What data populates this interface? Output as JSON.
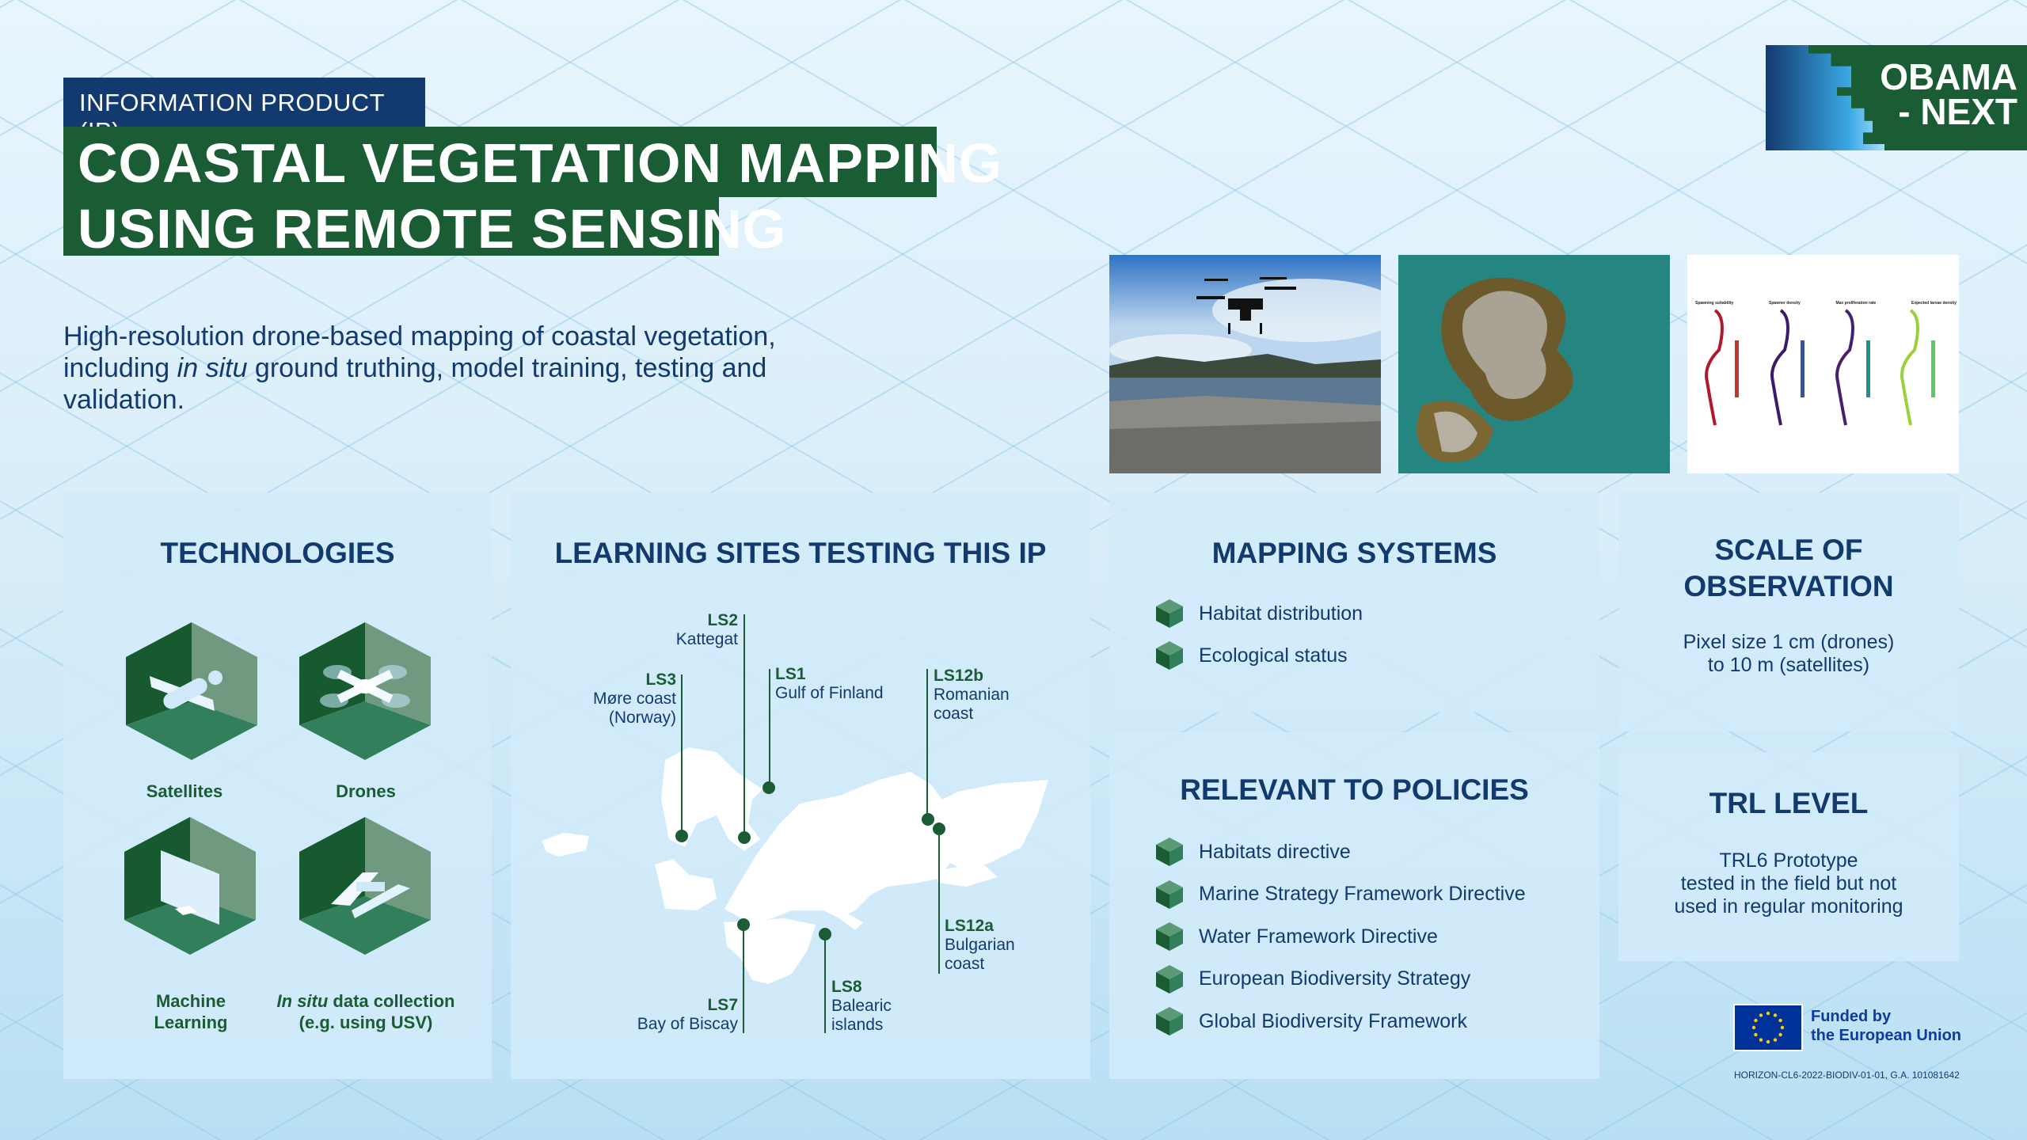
{
  "header": {
    "tag": "INFORMATION PRODUCT (IP)",
    "title_line1": "COASTAL VEGETATION MAPPING",
    "title_line2": "USING REMOTE SENSING",
    "description_a": "High-resolution drone-based mapping of coastal vegetation, including ",
    "description_em": "in situ",
    "description_b": " ground truthing, model training, testing and validation."
  },
  "logo": {
    "line1": "OBAMA",
    "line2": "- NEXT"
  },
  "figure": {
    "panels": [
      "Spawning suitability",
      "Spawner density",
      "Max proliferation rate",
      "Expected larvae density"
    ]
  },
  "technologies": {
    "title": "TECHNOLOGIES",
    "items": [
      {
        "label": "Satellites",
        "icon": "satellite-icon"
      },
      {
        "label": "Drones",
        "icon": "drone-icon"
      },
      {
        "label": "Machine Learning",
        "icon": "monitor-icon"
      },
      {
        "label_em": "In situ",
        "label": " data collection (e.g. using USV)",
        "icon": "boat-icon"
      }
    ]
  },
  "sites": {
    "title": "LEARNING SITES TESTING THIS IP",
    "items": [
      {
        "code": "LS2",
        "name": "Kattegat"
      },
      {
        "code": "LS3",
        "name": "Møre coast (Norway)"
      },
      {
        "code": "LS1",
        "name": "Gulf of Finland"
      },
      {
        "code": "LS12b",
        "name": "Romanian coast"
      },
      {
        "code": "LS12a",
        "name": "Bulgarian coast"
      },
      {
        "code": "LS7",
        "name": "Bay of Biscay"
      },
      {
        "code": "LS8",
        "name": "Balearic islands"
      }
    ]
  },
  "mapping": {
    "title": "MAPPING SYSTEMS",
    "items": [
      "Habitat distribution",
      "Ecological status"
    ]
  },
  "policies": {
    "title": "RELEVANT TO POLICIES",
    "items": [
      "Habitats directive",
      "Marine Strategy Framework Directive",
      "Water Framework Directive",
      "European Biodiversity Strategy",
      "Global Biodiversity Framework"
    ]
  },
  "scale": {
    "title_1": "SCALE OF",
    "title_2": "OBSERVATION",
    "line1": "Pixel size 1 cm (drones)",
    "line2": "to 10 m (satellites)"
  },
  "trl": {
    "title": "TRL LEVEL",
    "line1": "TRL6 Prototype",
    "line2": "tested in the field but not",
    "line3": "used in regular monitoring"
  },
  "footer": {
    "funded_1": "Funded by",
    "funded_2": "the European Union",
    "grant": "HORIZON-CL6-2022-BIODIV-01-01, G.A. 101081642"
  },
  "colors": {
    "navy": "#123a6e",
    "green": "#1a5c33"
  }
}
